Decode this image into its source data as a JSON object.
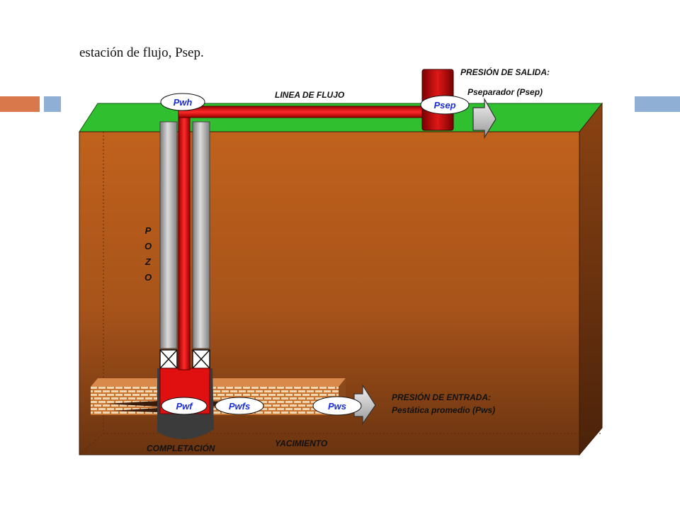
{
  "caption": "estación de flujo, Psep.",
  "labels": {
    "flow_line": "LINEA DE FLUJO",
    "outlet_title": "PRESIÓN DE SALIDA:",
    "outlet_value": "Pseparador (Psep)",
    "inlet_title": "PRESIÓN DE ENTRADA:",
    "inlet_value": "Pestática promedio (Pws)",
    "well": [
      "P",
      "O",
      "Z",
      "O"
    ],
    "completion": "COMPLETACIÓN",
    "reservoir": "YACIMIENTO"
  },
  "pressure_points": {
    "pwh": "Pwh",
    "psep": "Psep",
    "pwf": "Pwf",
    "pwfs": "Pwfs",
    "pws": "Pws"
  },
  "colors": {
    "accent_orange": "#d9784a",
    "accent_blue": "#8fb0d4",
    "ground_green": "#2fbf2f",
    "soil_brown": "#b35a1c",
    "pipe_red": "#e01010",
    "casing_gray": "#a8a8a8"
  }
}
